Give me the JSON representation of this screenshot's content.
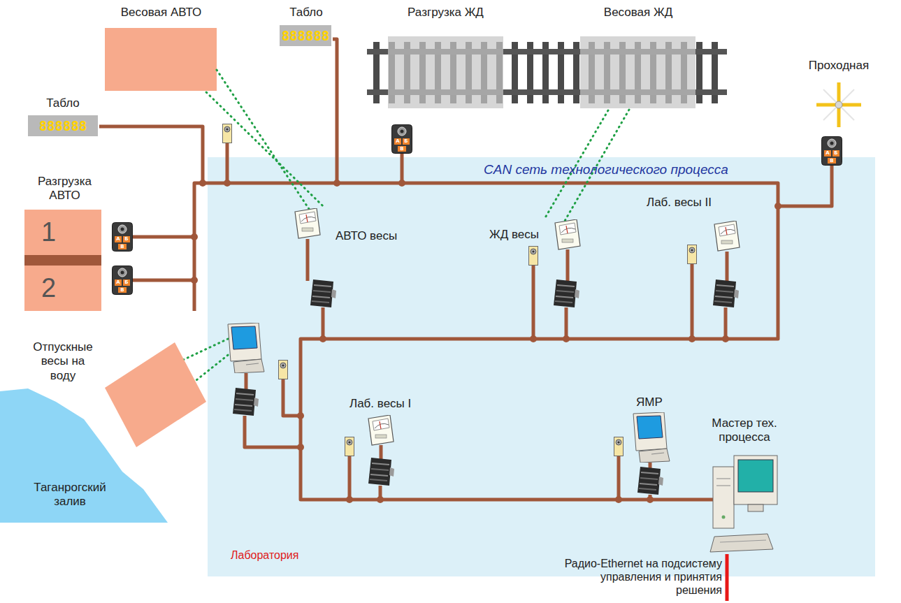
{
  "diagram": {
    "nodes": [
      {
        "text": [
          "Весовая АВТО"
        ]
      },
      {
        "text": [
          "Табло",
          "888888"
        ]
      },
      {
        "text": [
          "Разгрузка ЖД"
        ]
      },
      {
        "text": [
          "Весовая ЖД"
        ]
      },
      {
        "text": [
          "Табло",
          "888888"
        ]
      },
      {
        "text": [
          "Проходная"
        ]
      },
      {
        "text": [
          "Разгрузка АВТО"
        ]
      },
      {
        "text": [
          "1"
        ],
        "in": 6
      },
      {
        "text": [
          "2"
        ],
        "in": 6
      },
      {
        "text": [
          "Отпускные весы на воду"
        ]
      },
      {
        "text": [
          "CAN сеть технологического процесса",
          "Лаборатория"
        ]
      },
      {
        "text": [
          "АВТО весы"
        ],
        "in": 10
      },
      {
        "text": [
          "ЖД весы"
        ],
        "in": 10
      },
      {
        "text": [
          "Лаб. весы II"
        ],
        "in": 10
      },
      {
        "text": [
          "Лаб. весы I"
        ],
        "in": 10
      },
      {
        "text": [
          "ЯМР"
        ],
        "in": 10
      },
      {
        "text": [
          "Мастер тех. процесса"
        ],
        "in": 10
      }
    ],
    "edges": [
      {
        "from": 0,
        "to": 11,
        "arrow": "none"
      },
      {
        "from": 3,
        "to": 12,
        "arrow": "none"
      }
    ],
    "labels": [
      "Таганрогский залив",
      "Радио-Ethernet на подсистему управления и принятия решения",
      "А",
      "Б",
      "В",
      "А",
      "Б",
      "В",
      "А",
      "Б",
      "В",
      "А",
      "Б",
      "В"
    ]
  }
}
